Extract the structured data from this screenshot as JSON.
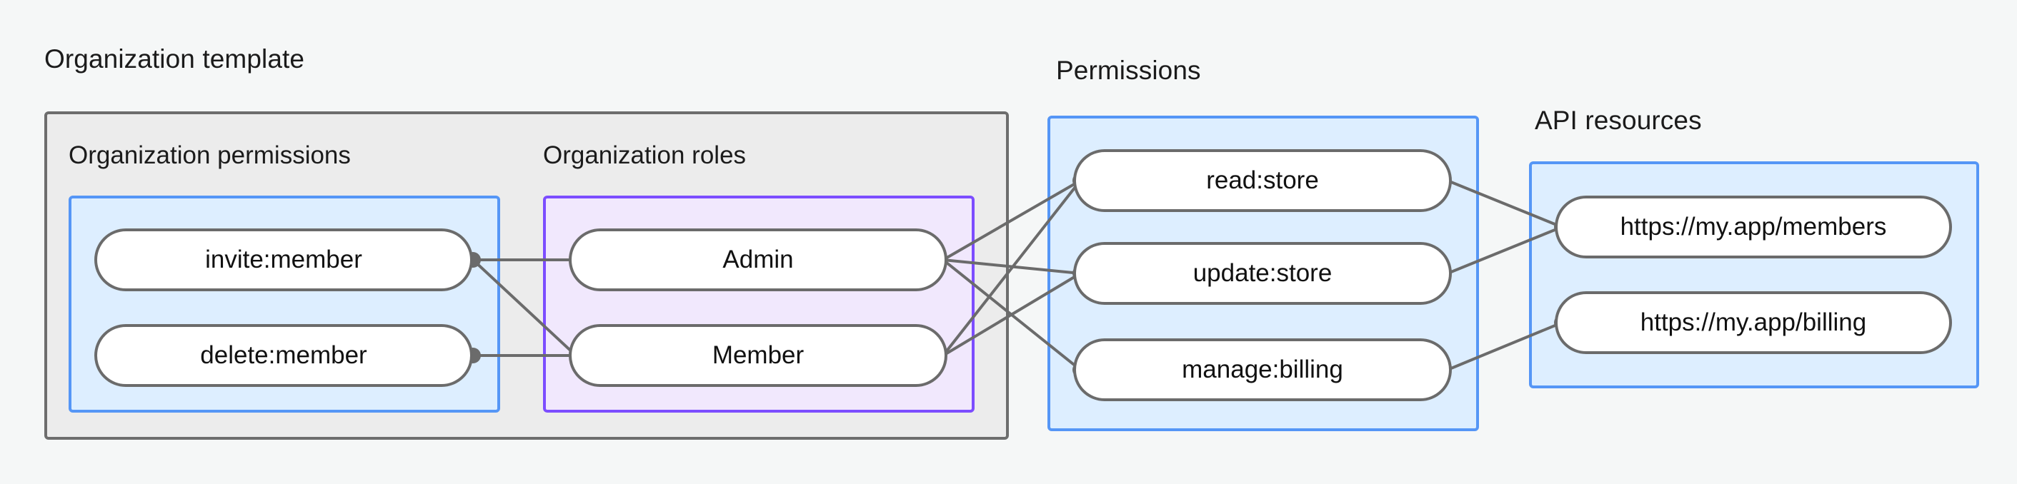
{
  "diagram": {
    "title": "Organization template",
    "background_color": "#f5f7f7",
    "groups": {
      "organization_template": {
        "label": "Organization template",
        "border_color": "#6d6d6d",
        "fill_color": "#ececec",
        "subgroups": [
          {
            "label": "Organization permissions",
            "border_color": "#5596f6",
            "fill_color": "#ddeeff",
            "nodes": [
              "invite:member",
              "delete:member"
            ]
          },
          {
            "label": "Organization roles",
            "border_color": "#7c4dff",
            "fill_color": "#f1e8fd",
            "nodes": [
              "Admin",
              "Member"
            ]
          }
        ]
      },
      "permissions": {
        "label": "Permissions",
        "border_color": "#5596f6",
        "fill_color": "#ddeeff",
        "nodes": [
          "read:store",
          "update:store",
          "manage:billing"
        ]
      },
      "api_resources": {
        "label": "API resources",
        "border_color": "#5596f6",
        "fill_color": "#ddeeff",
        "nodes": [
          "https://my.app/members",
          "https://my.app/billing"
        ]
      }
    },
    "nodes": {
      "invite_member": "invite:member",
      "delete_member": "delete:member",
      "admin": "Admin",
      "member": "Member",
      "read_store": "read:store",
      "update_store": "update:store",
      "manage_billing": "manage:billing",
      "members_resource": "https://my.app/members",
      "billing_resource": "https://my.app/billing"
    },
    "edges": [
      {
        "from": "invite:member",
        "to": "Admin"
      },
      {
        "from": "invite:member",
        "to": "Member"
      },
      {
        "from": "delete:member",
        "to": "Member"
      },
      {
        "from": "Admin",
        "to": "read:store"
      },
      {
        "from": "Admin",
        "to": "update:store"
      },
      {
        "from": "Admin",
        "to": "manage:billing"
      },
      {
        "from": "Member",
        "to": "read:store"
      },
      {
        "from": "Member",
        "to": "update:store"
      },
      {
        "from": "read:store",
        "to": "https://my.app/members"
      },
      {
        "from": "update:store",
        "to": "https://my.app/members"
      },
      {
        "from": "manage:billing",
        "to": "https://my.app/billing"
      }
    ],
    "edge_color": "#6b6b6b"
  }
}
